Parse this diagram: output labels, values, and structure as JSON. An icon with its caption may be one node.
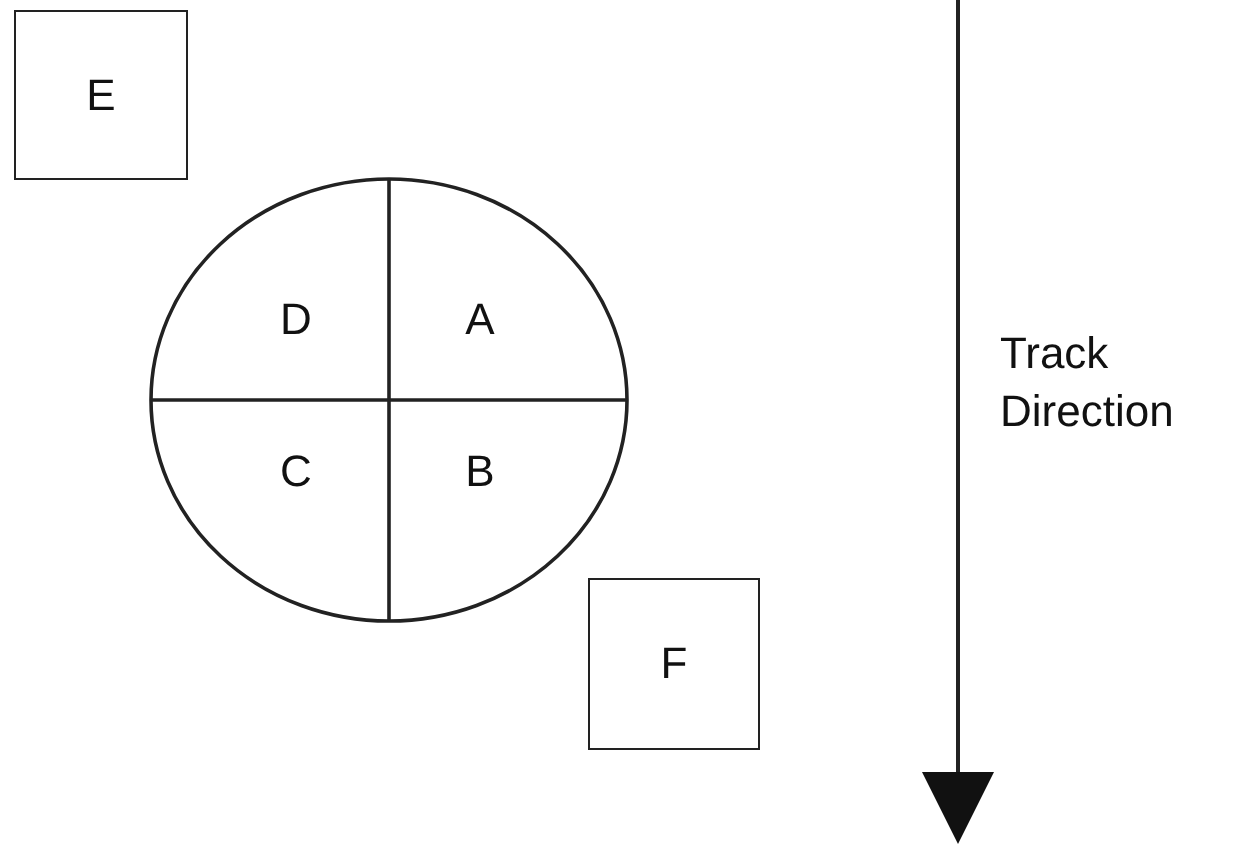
{
  "diagram": {
    "nodes": [
      {
        "text": [
          "E"
        ]
      },
      {
        "text": [],
        "shape": "circle"
      },
      {
        "text": [
          "D"
        ],
        "in": 1
      },
      {
        "text": [
          "A"
        ],
        "in": 1
      },
      {
        "text": [
          "C"
        ],
        "in": 1
      },
      {
        "text": [
          "B"
        ],
        "in": 1
      },
      {
        "text": [
          "F"
        ]
      }
    ],
    "edges": [],
    "labels": [
      "Track Direction"
    ]
  }
}
